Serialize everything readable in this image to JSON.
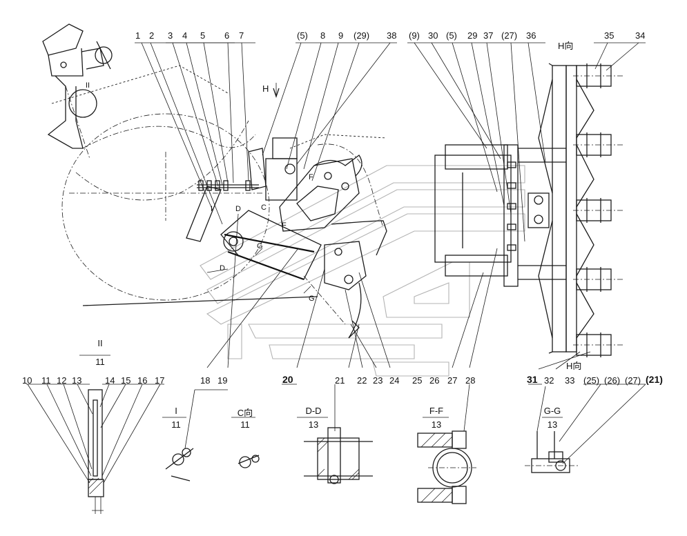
{
  "callouts_top": [
    "1",
    "2",
    "3",
    "4",
    "5",
    "6",
    "7",
    "(5)",
    "8",
    "9",
    "(29)",
    "38",
    "(9)",
    "30",
    "(5)",
    "29",
    "37",
    "(27)",
    "36",
    "35",
    "34"
  ],
  "view_h_label_top": "H向",
  "view_h_label_bottom": "H向",
  "arrow_h_label": "H",
  "section_marks": {
    "d1": "D",
    "d2": "D",
    "f1": "F",
    "f2": "F",
    "g1": "G",
    "g2": "G",
    "c": "C",
    "ii": "II",
    "i": "I"
  },
  "views": {
    "ii": {
      "top": "II",
      "bottom": "11"
    },
    "i": {
      "top": "I",
      "bottom": "11"
    },
    "c": {
      "top": "C向",
      "bottom": "11"
    },
    "dd": {
      "top": "D-D",
      "bottom": "13"
    },
    "ff": {
      "top": "F-F",
      "bottom": "13"
    },
    "gg": {
      "top": "G-G",
      "bottom": "13"
    }
  },
  "callouts_bottom": {
    "ii_group": [
      "10",
      "11",
      "12",
      "13",
      "14",
      "15",
      "16",
      "17"
    ],
    "i_group": [
      "18",
      "19"
    ],
    "dd_group": [
      "20",
      "21"
    ],
    "mid_group": [
      "22",
      "23",
      "24",
      "25",
      "26",
      "27",
      "28"
    ],
    "gg_group": [
      "31",
      "32",
      "33",
      "(25)",
      "(26)",
      "(27)",
      "(21)"
    ]
  }
}
